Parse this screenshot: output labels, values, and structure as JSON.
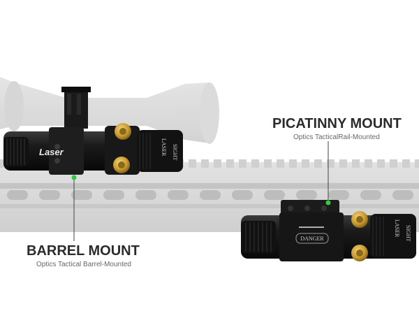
{
  "callouts": {
    "picatinny": {
      "title": "PICATINNY MOUNT",
      "subtitle": "Optics TacticalRail-Mounted"
    },
    "barrel": {
      "title": "BARREL MOUNT",
      "subtitle": "Optics Tactical Barrel-Mounted"
    }
  },
  "device_labels": {
    "brand_mark": "Laser",
    "side_text_1": "LASER",
    "side_text_2": "SIGHT",
    "warning_label": "DANGER"
  },
  "colors": {
    "background": "#ffffff",
    "ghost_rail": "#d4d4d4",
    "device_body": "#151515",
    "brass_knob": "#c99a2e",
    "indicator_dot": "#2ecc40",
    "leader_line": "#444444",
    "heading_text": "#2b2b2b"
  }
}
